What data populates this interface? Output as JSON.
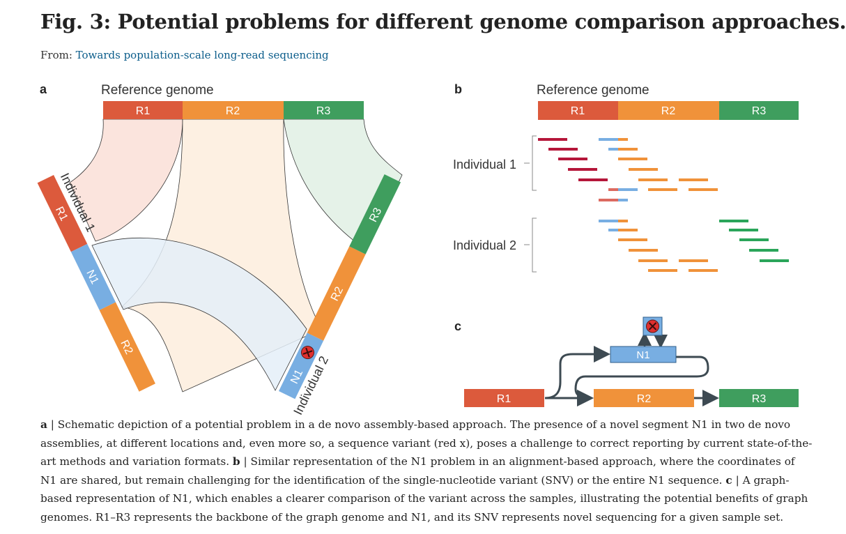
{
  "header": {
    "title": "Fig. 3: Potential problems for different genome comparison approaches.",
    "source_prefix": "From:",
    "source_link": "Towards population-scale long-read sequencing"
  },
  "panels": {
    "a": {
      "letter": "a",
      "reference_label": "Reference genome",
      "reference_segments": [
        "R1",
        "R2",
        "R3"
      ],
      "individual1_label": "Individual 1",
      "individual1_segments": [
        "R1",
        "N1",
        "R2"
      ],
      "individual2_label": "Individual 2",
      "individual2_segments": [
        "R3",
        "R2",
        "N1"
      ]
    },
    "b": {
      "letter": "b",
      "reference_label": "Reference genome",
      "reference_segments": [
        "R1",
        "R2",
        "R3"
      ],
      "individual1_label": "Individual 1",
      "individual2_label": "Individual 2"
    },
    "c": {
      "letter": "c",
      "nodes": [
        "R1",
        "N1",
        "R2",
        "R3"
      ]
    }
  },
  "colors": {
    "R1": "#dc5a3c",
    "R2": "#f0923a",
    "R3": "#3f9e5e",
    "N1": "#78aee2",
    "read_red": "#b5163a",
    "variant": "#e0302f"
  },
  "caption": [
    {
      "bold": "a",
      "text": " | Schematic depiction of a potential problem in a de novo assembly-based approach. The presence of a novel segment N1 in two de novo assemblies, at different locations and, even more so, a sequence variant (red x), poses a challenge to correct reporting by current state-of-the-art methods and variation formats. "
    },
    {
      "bold": "b",
      "text": " | Similar representation of the N1 problem in an alignment-based approach, where the coordinates of N1 are shared, but remain challenging for the identification of the single-nucleotide variant (SNV) or the entire N1 sequence. "
    },
    {
      "bold": "c",
      "text": " | A graph-based representation of N1, which enables a clearer comparison of the variant across the samples, illustrating the potential benefits of graph genomes. R1–R3 represents the backbone of the graph genome and N1, and its SNV represents novel sequencing for a given sample set."
    }
  ]
}
